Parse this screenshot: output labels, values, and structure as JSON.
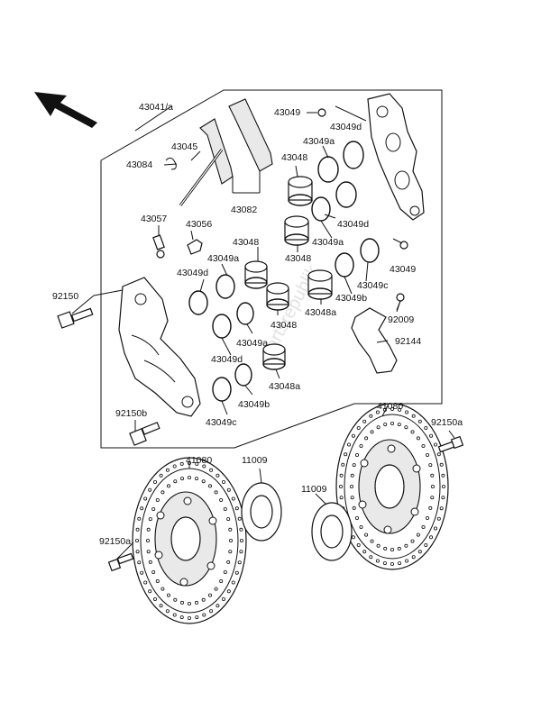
{
  "watermark": "partsrepublik",
  "labels": {
    "assembly": "43041/a",
    "pad_pin": "43045",
    "pad_pin_clip": "43084",
    "pads": "43082",
    "bleeder": "43057",
    "bleeder_cap": "43056",
    "seal_a_1": "43049a",
    "seal_d_1": "43049d",
    "piston_1": "43048",
    "piston_2": "43048",
    "piston_3": "43048",
    "piston_4": "43048",
    "seal_a_2": "43049a",
    "seal_d_2": "43049d",
    "piston_a_1": "43048a",
    "piston_a_2": "43048a",
    "seal_b_1": "43049b",
    "seal_b_2": "43049b",
    "seal_c_1": "43049c",
    "seal_c_2": "43049c",
    "seal_top": "43049",
    "seal_d_top": "43049d",
    "seal_a_top": "43049a",
    "seal_d_mid": "43049d",
    "seal_bottom": "43049",
    "bolt_92009": "92009",
    "spring_92144": "92144",
    "bolt_92150": "92150",
    "bolt_92150b": "92150b",
    "disc_left": "41080",
    "disc_right": "41080",
    "shim_left": "11009",
    "shim_right": "11009",
    "bolt_92150a_left": "92150a",
    "bolt_92150a_right": "92150a"
  }
}
